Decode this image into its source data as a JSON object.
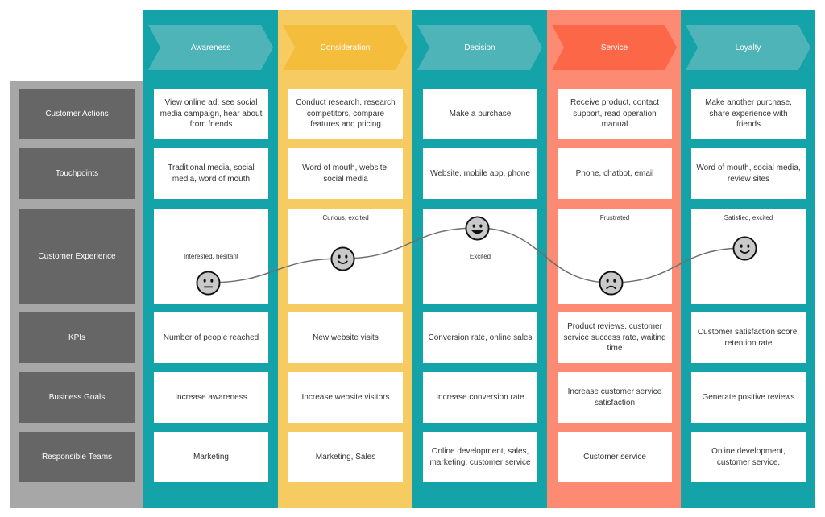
{
  "stages": [
    {
      "name": "Awareness",
      "color": "#13a3a8",
      "chevron": "#4fb4b7"
    },
    {
      "name": "Consideration",
      "color": "#f6cc62",
      "chevron": "#f4bd3c"
    },
    {
      "name": "Decision",
      "color": "#13a3a8",
      "chevron": "#4fb4b7"
    },
    {
      "name": "Service",
      "color": "#fd8b74",
      "chevron": "#fc6748"
    },
    {
      "name": "Loyalty",
      "color": "#13a3a8",
      "chevron": "#4fb4b7"
    }
  ],
  "rows": [
    {
      "label": "Customer Actions",
      "cells": [
        "View online ad, see social media campaign, hear about from friends",
        "Conduct research, research competitors, compare features and pricing",
        "Make a purchase",
        "Receive product, contact support, read operation manual",
        "Make another purchase, share experience with friends"
      ]
    },
    {
      "label": "Touchpoints",
      "cells": [
        "Traditional media, social media, word of mouth",
        "Word of mouth, website, social media",
        "Website, mobile app, phone",
        "Phone, chatbot, email",
        "Word of mouth, social media, review sites"
      ]
    },
    {
      "label": "Customer Experience",
      "cells": [
        "",
        "",
        "",
        "",
        ""
      ]
    },
    {
      "label": "KPIs",
      "cells": [
        "Number of people reached",
        "New website visits",
        "Conversion rate, online sales",
        "Product reviews, customer service success rate, waiting time",
        "Customer satisfaction score, retention rate"
      ]
    },
    {
      "label": "Business Goals",
      "cells": [
        "Increase awareness",
        "Increase website visitors",
        "Increase conversion rate",
        "Increase customer service satisfaction",
        "Generate positive reviews"
      ]
    },
    {
      "label": "Responsible Teams",
      "cells": [
        "Marketing",
        "Marketing, Sales",
        "Online development, sales, marketing, customer service",
        "Customer service",
        "Online development, customer service,"
      ]
    }
  ],
  "experience": [
    {
      "label": "Interested, hesitant",
      "mood": "neutral",
      "icon": "neutral-face-icon"
    },
    {
      "label": "Curious, excited",
      "mood": "smile",
      "icon": "smile-face-icon"
    },
    {
      "label": "Excited",
      "mood": "happy",
      "icon": "grin-face-icon"
    },
    {
      "label": "Frustrated",
      "mood": "sad",
      "icon": "sad-face-icon"
    },
    {
      "label": "Satisfied, excited",
      "mood": "smile",
      "icon": "smile-face-icon"
    }
  ],
  "colors": {
    "row_label_bg": "#666666",
    "gray_panel": "#a7a7a7",
    "face_fill": "#c9c9c9",
    "curve": "#6e6e6e"
  }
}
